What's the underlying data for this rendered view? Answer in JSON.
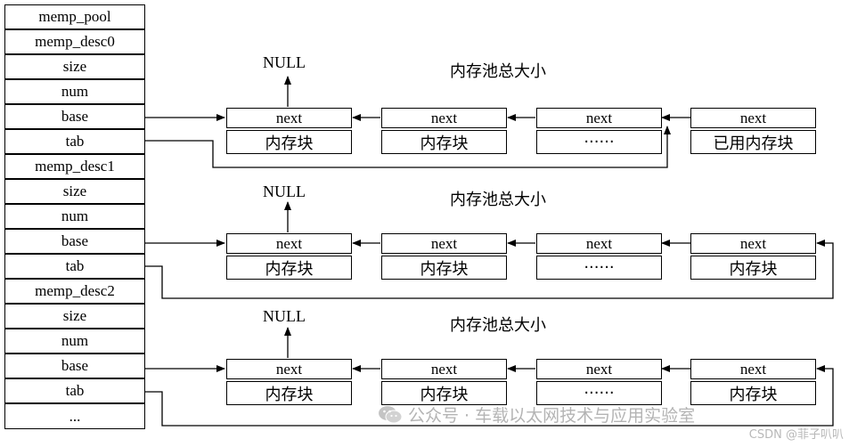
{
  "table": {
    "rows": [
      "memp_pool",
      "memp_desc0",
      "size",
      "num",
      "base",
      "tab",
      "memp_desc1",
      "size",
      "num",
      "base",
      "tab",
      "memp_desc2",
      "size",
      "num",
      "base",
      "tab",
      "..."
    ]
  },
  "null_label": "NULL",
  "pool_size_label": "内存池总大小",
  "rows": [
    {
      "next_labels": [
        "next",
        "next",
        "next",
        "next"
      ],
      "block_labels": [
        "内存块",
        "内存块",
        "······",
        "已用内存块"
      ]
    },
    {
      "next_labels": [
        "next",
        "next",
        "next",
        "next"
      ],
      "block_labels": [
        "内存块",
        "内存块",
        "······",
        "内存块"
      ]
    },
    {
      "next_labels": [
        "next",
        "next",
        "next",
        "next"
      ],
      "block_labels": [
        "内存块",
        "内存块",
        "······",
        "内存块"
      ]
    }
  ],
  "watermark": {
    "text": "公众号 · 车载以太网技术与应用实验室",
    "icon": "wechat-icon",
    "color": "#b4b4b4"
  },
  "csdn_mark": "CSDN @菲子叭叭"
}
